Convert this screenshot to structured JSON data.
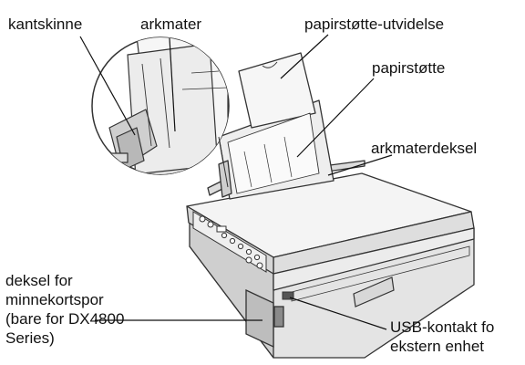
{
  "labels": {
    "kantskinne": "kantskinne",
    "arkmater": "arkmater",
    "papirstotte_utvidelse": "papirstøtte-utvidelse",
    "papirstotte": "papirstøtte",
    "arkmaterdeksel": "arkmaterdeksel",
    "deksel_minnekort": [
      "deksel for",
      "minnekortspor",
      "(bare for DX4800",
      "Series)"
    ],
    "usb_kontakt": [
      "USB-kontakt fo",
      "ekstern enhet"
    ]
  }
}
